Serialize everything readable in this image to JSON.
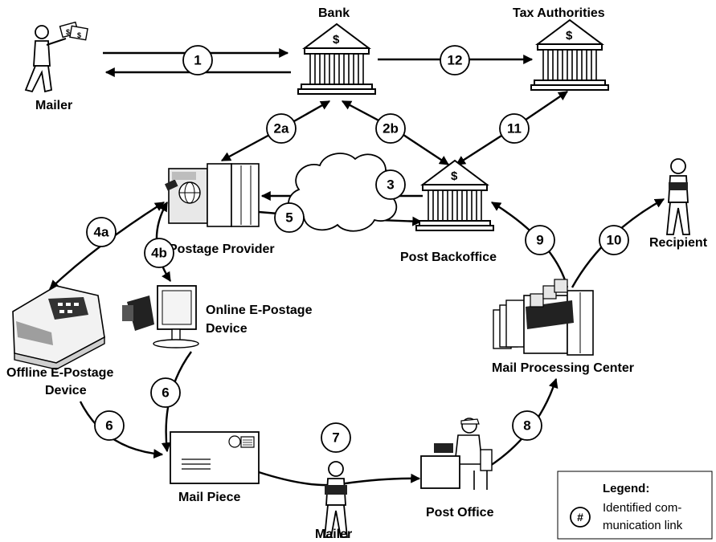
{
  "nodes": {
    "mailer_top": "Mailer",
    "bank": "Bank",
    "tax": "Tax Authorities",
    "provider": "E-Postage Provider",
    "backoffice": "Post Backoffice",
    "recipient": "Recipient",
    "online_device": [
      "Online E-Postage",
      "Device"
    ],
    "offline_device": [
      "Offline E-Postage",
      "Device"
    ],
    "mpc": "Mail Processing Center",
    "mail_piece": "Mail Piece",
    "mailer_bottom": "Mailer",
    "post_office": "Post Office"
  },
  "links": [
    "1",
    "12",
    "2a",
    "2b",
    "11",
    "3",
    "5",
    "4a",
    "4b",
    "9",
    "10",
    "6",
    "6",
    "7",
    "8"
  ],
  "currency_symbol": "$",
  "legend": {
    "title": "Legend:",
    "symbol": "#",
    "text": [
      "Identified com-",
      "munication link"
    ]
  }
}
